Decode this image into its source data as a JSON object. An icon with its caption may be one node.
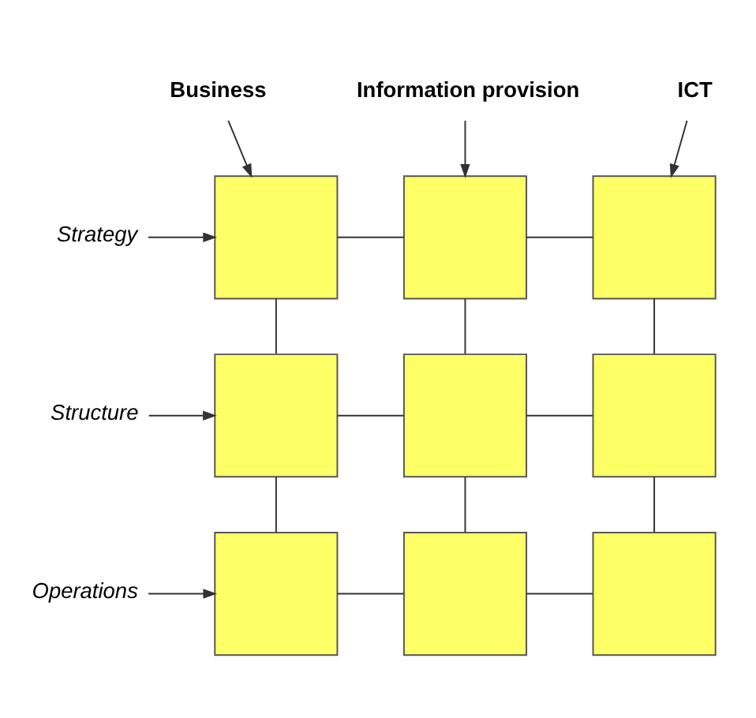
{
  "diagram": {
    "nodes": [
      {
        "text": [
          "Business"
        ]
      },
      {
        "text": [
          "Information provision"
        ]
      },
      {
        "text": [
          "ICT"
        ]
      },
      {
        "text": [
          "Strategy"
        ]
      },
      {
        "text": [],
        "shape": "box"
      },
      {
        "text": [],
        "shape": "box"
      },
      {
        "text": [],
        "shape": "box"
      },
      {
        "text": [
          "Structure"
        ]
      },
      {
        "text": [],
        "shape": "box"
      },
      {
        "text": [],
        "shape": "box"
      },
      {
        "text": [],
        "shape": "box"
      },
      {
        "text": [
          "Operations"
        ]
      },
      {
        "text": [],
        "shape": "box"
      },
      {
        "text": [],
        "shape": "box"
      },
      {
        "text": [],
        "shape": "box"
      }
    ],
    "edges": [
      {
        "from": 0,
        "to": 4,
        "arrow": "to"
      },
      {
        "from": 1,
        "to": 5,
        "arrow": "to"
      },
      {
        "from": 2,
        "to": 6,
        "arrow": "to"
      },
      {
        "from": 3,
        "to": 4,
        "arrow": "to"
      },
      {
        "from": 4,
        "to": 5,
        "arrow": "none"
      },
      {
        "from": 5,
        "to": 6,
        "arrow": "none"
      },
      {
        "from": 7,
        "to": 8,
        "arrow": "to"
      },
      {
        "from": 8,
        "to": 9,
        "arrow": "none"
      },
      {
        "from": 9,
        "to": 10,
        "arrow": "none"
      },
      {
        "from": 11,
        "to": 12,
        "arrow": "to"
      },
      {
        "from": 12,
        "to": 13,
        "arrow": "none"
      },
      {
        "from": 13,
        "to": 14,
        "arrow": "none"
      },
      {
        "from": 4,
        "to": 8,
        "arrow": "none"
      },
      {
        "from": 5,
        "to": 9,
        "arrow": "none"
      },
      {
        "from": 6,
        "to": 10,
        "arrow": "none"
      },
      {
        "from": 8,
        "to": 12,
        "arrow": "none"
      },
      {
        "from": 9,
        "to": 13,
        "arrow": "none"
      },
      {
        "from": 10,
        "to": 14,
        "arrow": "none"
      }
    ]
  }
}
